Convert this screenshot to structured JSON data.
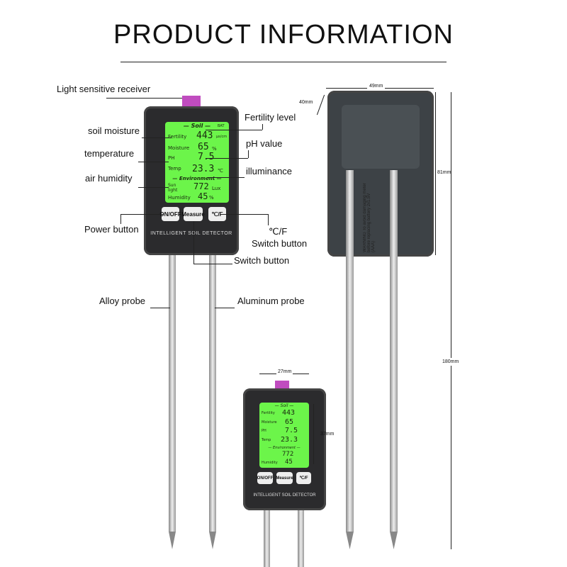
{
  "title": "PRODUCT INFORMATION",
  "labels": {
    "light": "Light sensitive receiver",
    "moisture": "soil moisture",
    "temperature": "temperature",
    "humidity": "air humidity",
    "power": "Power button",
    "fertility": "Fertility level",
    "ph": "pH value",
    "illuminance": "illuminance",
    "cf1": "℃/F",
    "cf2": "Switch button",
    "switch": "Switch button",
    "alloy": "Alloy probe",
    "aluminum": "Aluminum probe"
  },
  "screen": {
    "soil": "— Soil —",
    "battery": "BAT",
    "fertility_label": "Fertility",
    "fertility": "443",
    "fertility_unit": "μs/cm",
    "moisture_label": "Moisture",
    "moisture": "65",
    "moisture_unit": "%",
    "ph_label": "PH",
    "ph": "7.5",
    "temp_label": "Temp",
    "temp": "23.3",
    "temp_unit": "℃",
    "environment": "— Environment —",
    "sun_label": "Sun light",
    "sun": "772",
    "sun_unit": "Lux",
    "humidity_label": "Humidity",
    "humidity": "45",
    "humidity_unit": "%"
  },
  "buttons": {
    "onoff": "ON/OFF",
    "measure": "Measure",
    "cf": "℃/F"
  },
  "brand": "INTELLIGENT SOIL DETECTOR",
  "dimensions": {
    "width": "49mm",
    "depth": "40mm",
    "height": "81mm",
    "total": "180mm",
    "small_width": "27mm",
    "screen_height": "37mm"
  },
  "back_warning": "WARNING To avoid damaging meter before replacing battery 2x1.5V (AAA)"
}
